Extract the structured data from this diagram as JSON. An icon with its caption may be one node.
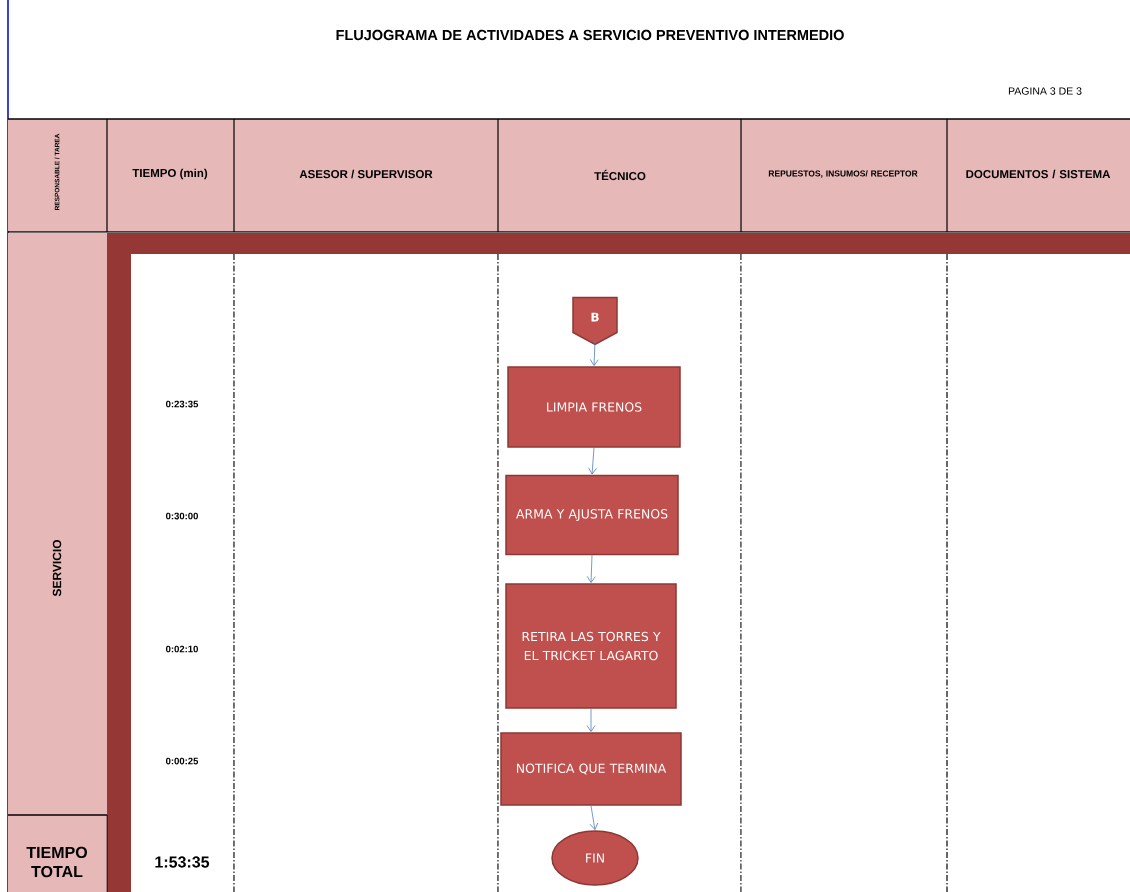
{
  "diagram": {
    "title": "FLUJOGRAMA DE ACTIVIDADES A SERVICIO PREVENTIVO INTERMEDIO",
    "nodes": [
      {
        "text": [
          "B"
        ]
      },
      {
        "text": [
          "LIMPIA FRENOS"
        ]
      },
      {
        "text": [
          "ARMA Y AJUSTA FRENOS"
        ]
      },
      {
        "text": [
          "RETIRA LAS TORRES Y EL TRICKET LAGARTO"
        ]
      },
      {
        "text": [
          "NOTIFICA QUE TERMINA"
        ]
      },
      {
        "text": [
          "FIN"
        ]
      }
    ],
    "edges": [
      {
        "from": 0,
        "to": 1,
        "arrow": "to"
      },
      {
        "from": 1,
        "to": 2,
        "arrow": "to"
      },
      {
        "from": 2,
        "to": 3,
        "arrow": "to"
      },
      {
        "from": 3,
        "to": 4,
        "arrow": "to"
      },
      {
        "from": 4,
        "to": 5,
        "arrow": "to"
      }
    ],
    "labels": [
      "PAGINA 3 DE 3",
      "RESPONSABLE / TAREA",
      "TIEMPO (min)",
      "ASESOR / SUPERVISOR",
      "TÉCNICO",
      "REPUESTOS, INSUMOS/ RECEPTOR",
      "DOCUMENTOS / SISTEMA",
      "SERVICIO",
      "0:23:35",
      "0:30:00",
      "0:02:10",
      "0:00:25",
      "TIEMPO TOTAL",
      "1:53:35"
    ]
  }
}
